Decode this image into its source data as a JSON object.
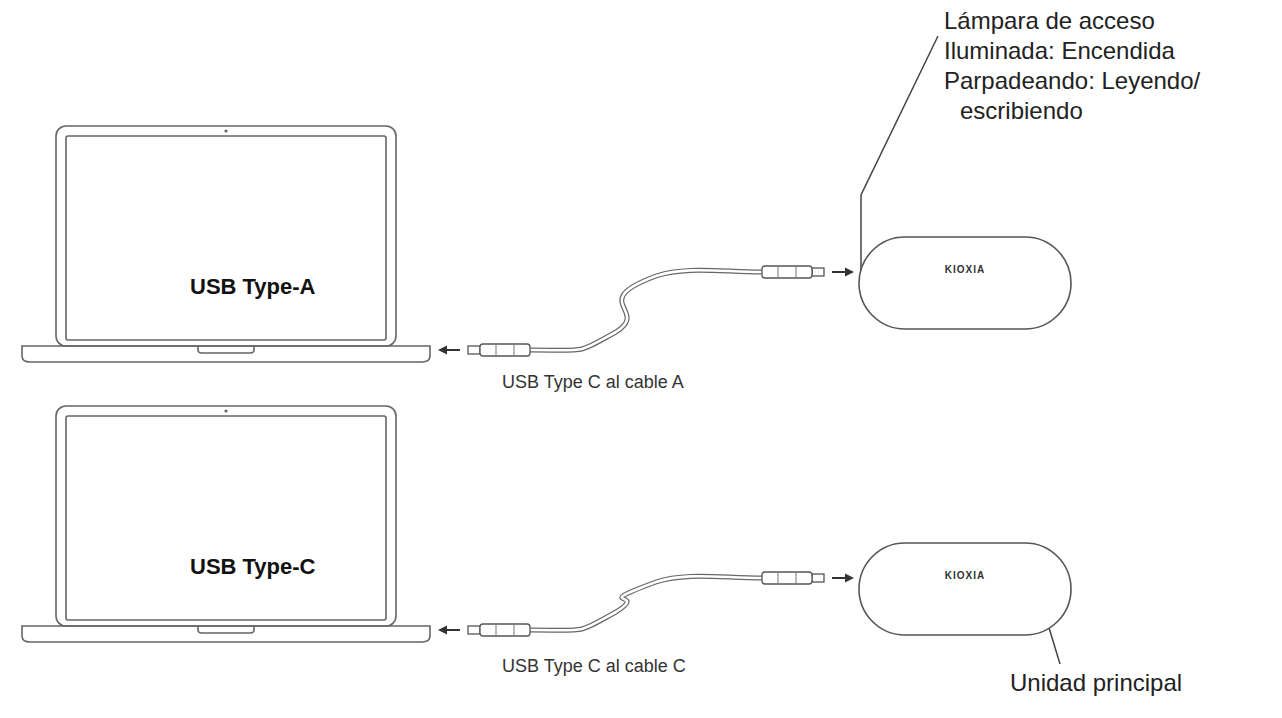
{
  "diagram": {
    "nodes": [
      {
        "text": [
          "USB Type-A"
        ]
      },
      {
        "text": [
          "KIOXIA"
        ]
      },
      {
        "text": [
          "USB Type-C"
        ]
      },
      {
        "text": [
          "KIOXIA"
        ]
      }
    ],
    "edges": [
      {
        "from": 0,
        "to": 1,
        "arrow": "both",
        "label": "USB Type C al cable A"
      },
      {
        "from": 2,
        "to": 3,
        "arrow": "both",
        "label": "USB Type C al cable C"
      }
    ],
    "labels": [
      "Lámpara de acceso",
      "Iluminada: Encendida",
      "Parpadeando: Leyendo/ escribiendo",
      "Unidad principal"
    ]
  }
}
